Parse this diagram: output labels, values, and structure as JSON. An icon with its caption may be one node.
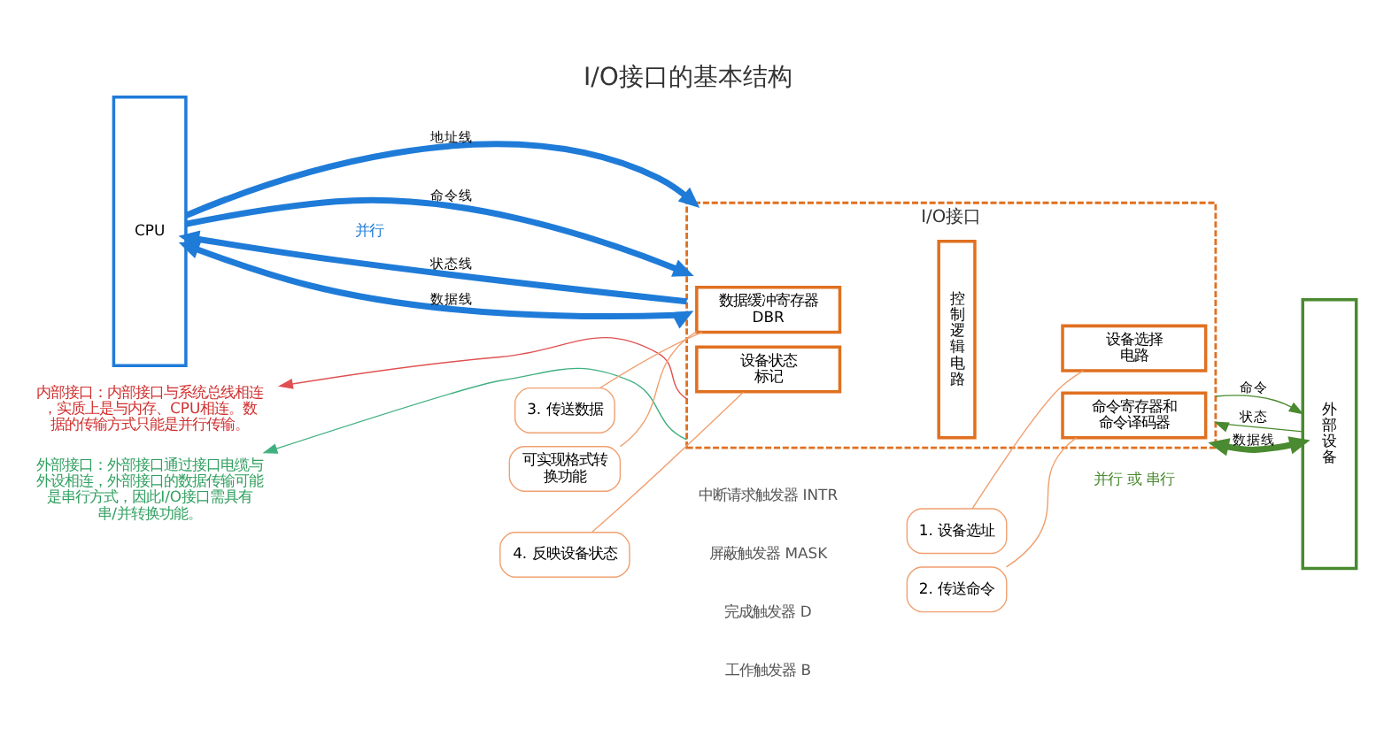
{
  "diagram": {
    "title": "I/O接口的基本结构",
    "nodes": [
      {
        "text": [
          "CPU"
        ]
      },
      {
        "text": [
          "I/O接口"
        ]
      },
      {
        "text": [
          "数据缓冲寄存器DBR"
        ],
        "in": 1
      },
      {
        "text": [
          "设备状态标记"
        ],
        "in": 1
      },
      {
        "text": [
          "控制逻辑电路"
        ],
        "in": 1
      },
      {
        "text": [
          "设备选择电路"
        ],
        "in": 1
      },
      {
        "text": [
          "命令寄存器和命令译码器"
        ],
        "in": 1
      },
      {
        "text": [
          "外部设备"
        ]
      },
      {
        "text": [
          "3. 传送数据"
        ]
      },
      {
        "text": [
          "可实现格式转换功能"
        ]
      },
      {
        "text": [
          "1. 设备选址"
        ]
      },
      {
        "text": [
          "4. 反映设备状态"
        ]
      },
      {
        "text": [
          "2. 传送命令"
        ]
      },
      {
        "text": [
          "内部接口：内部接口与系统总线相连，实质上是与内存、CPU相连。数据的传输方式只能是并行传输。"
        ]
      },
      {
        "text": [
          "外部接口：外部接口通过接口电缆与外设相连，外部接口的数据传输可能是串行方式，因此I/O接口需具有串/并转换功能。"
        ]
      }
    ],
    "edges": [
      {
        "from": 0,
        "to": 1,
        "arrow": "both",
        "label": "数据线",
        "style": "thick",
        "color": "#1f7bd8"
      },
      {
        "from": 0,
        "to": 1,
        "arrow": "to",
        "label": "地址线",
        "style": "thick",
        "color": "#1f7bd8"
      },
      {
        "from": 0,
        "to": 1,
        "arrow": "to",
        "label": "命令线",
        "style": "thick",
        "color": "#1f7bd8"
      },
      {
        "from": 1,
        "to": 0,
        "arrow": "to",
        "label": "状态线",
        "style": "thick",
        "color": "#1f7bd8"
      },
      {
        "from": 1,
        "to": 7,
        "arrow": "both",
        "label": "数据线",
        "style": "thick",
        "color": "#4a8a30"
      },
      {
        "from": 1,
        "to": 7,
        "arrow": "to",
        "label": "命令",
        "color": "#4a8a30"
      },
      {
        "from": 7,
        "to": 1,
        "arrow": "to",
        "label": "状态",
        "color": "#4a8a30"
      },
      {
        "from": 8,
        "to": 2,
        "arrow": "none"
      },
      {
        "from": 9,
        "to": 2,
        "arrow": "none"
      },
      {
        "from": 10,
        "to": 5,
        "arrow": "none"
      },
      {
        "from": 11,
        "to": 3,
        "arrow": "none"
      },
      {
        "from": 12,
        "to": 6,
        "arrow": "none"
      },
      {
        "from": 1,
        "to": 13,
        "arrow": "to",
        "color": "#e05050"
      },
      {
        "from": 1,
        "to": 14,
        "arrow": "to",
        "color": "#40b080"
      }
    ],
    "labels": [
      "并行",
      "并行 或 串行",
      "完成触发器 D",
      "工作触发器 B",
      "中断请求触发器 INTR",
      "屏蔽触发器 MASK"
    ]
  }
}
